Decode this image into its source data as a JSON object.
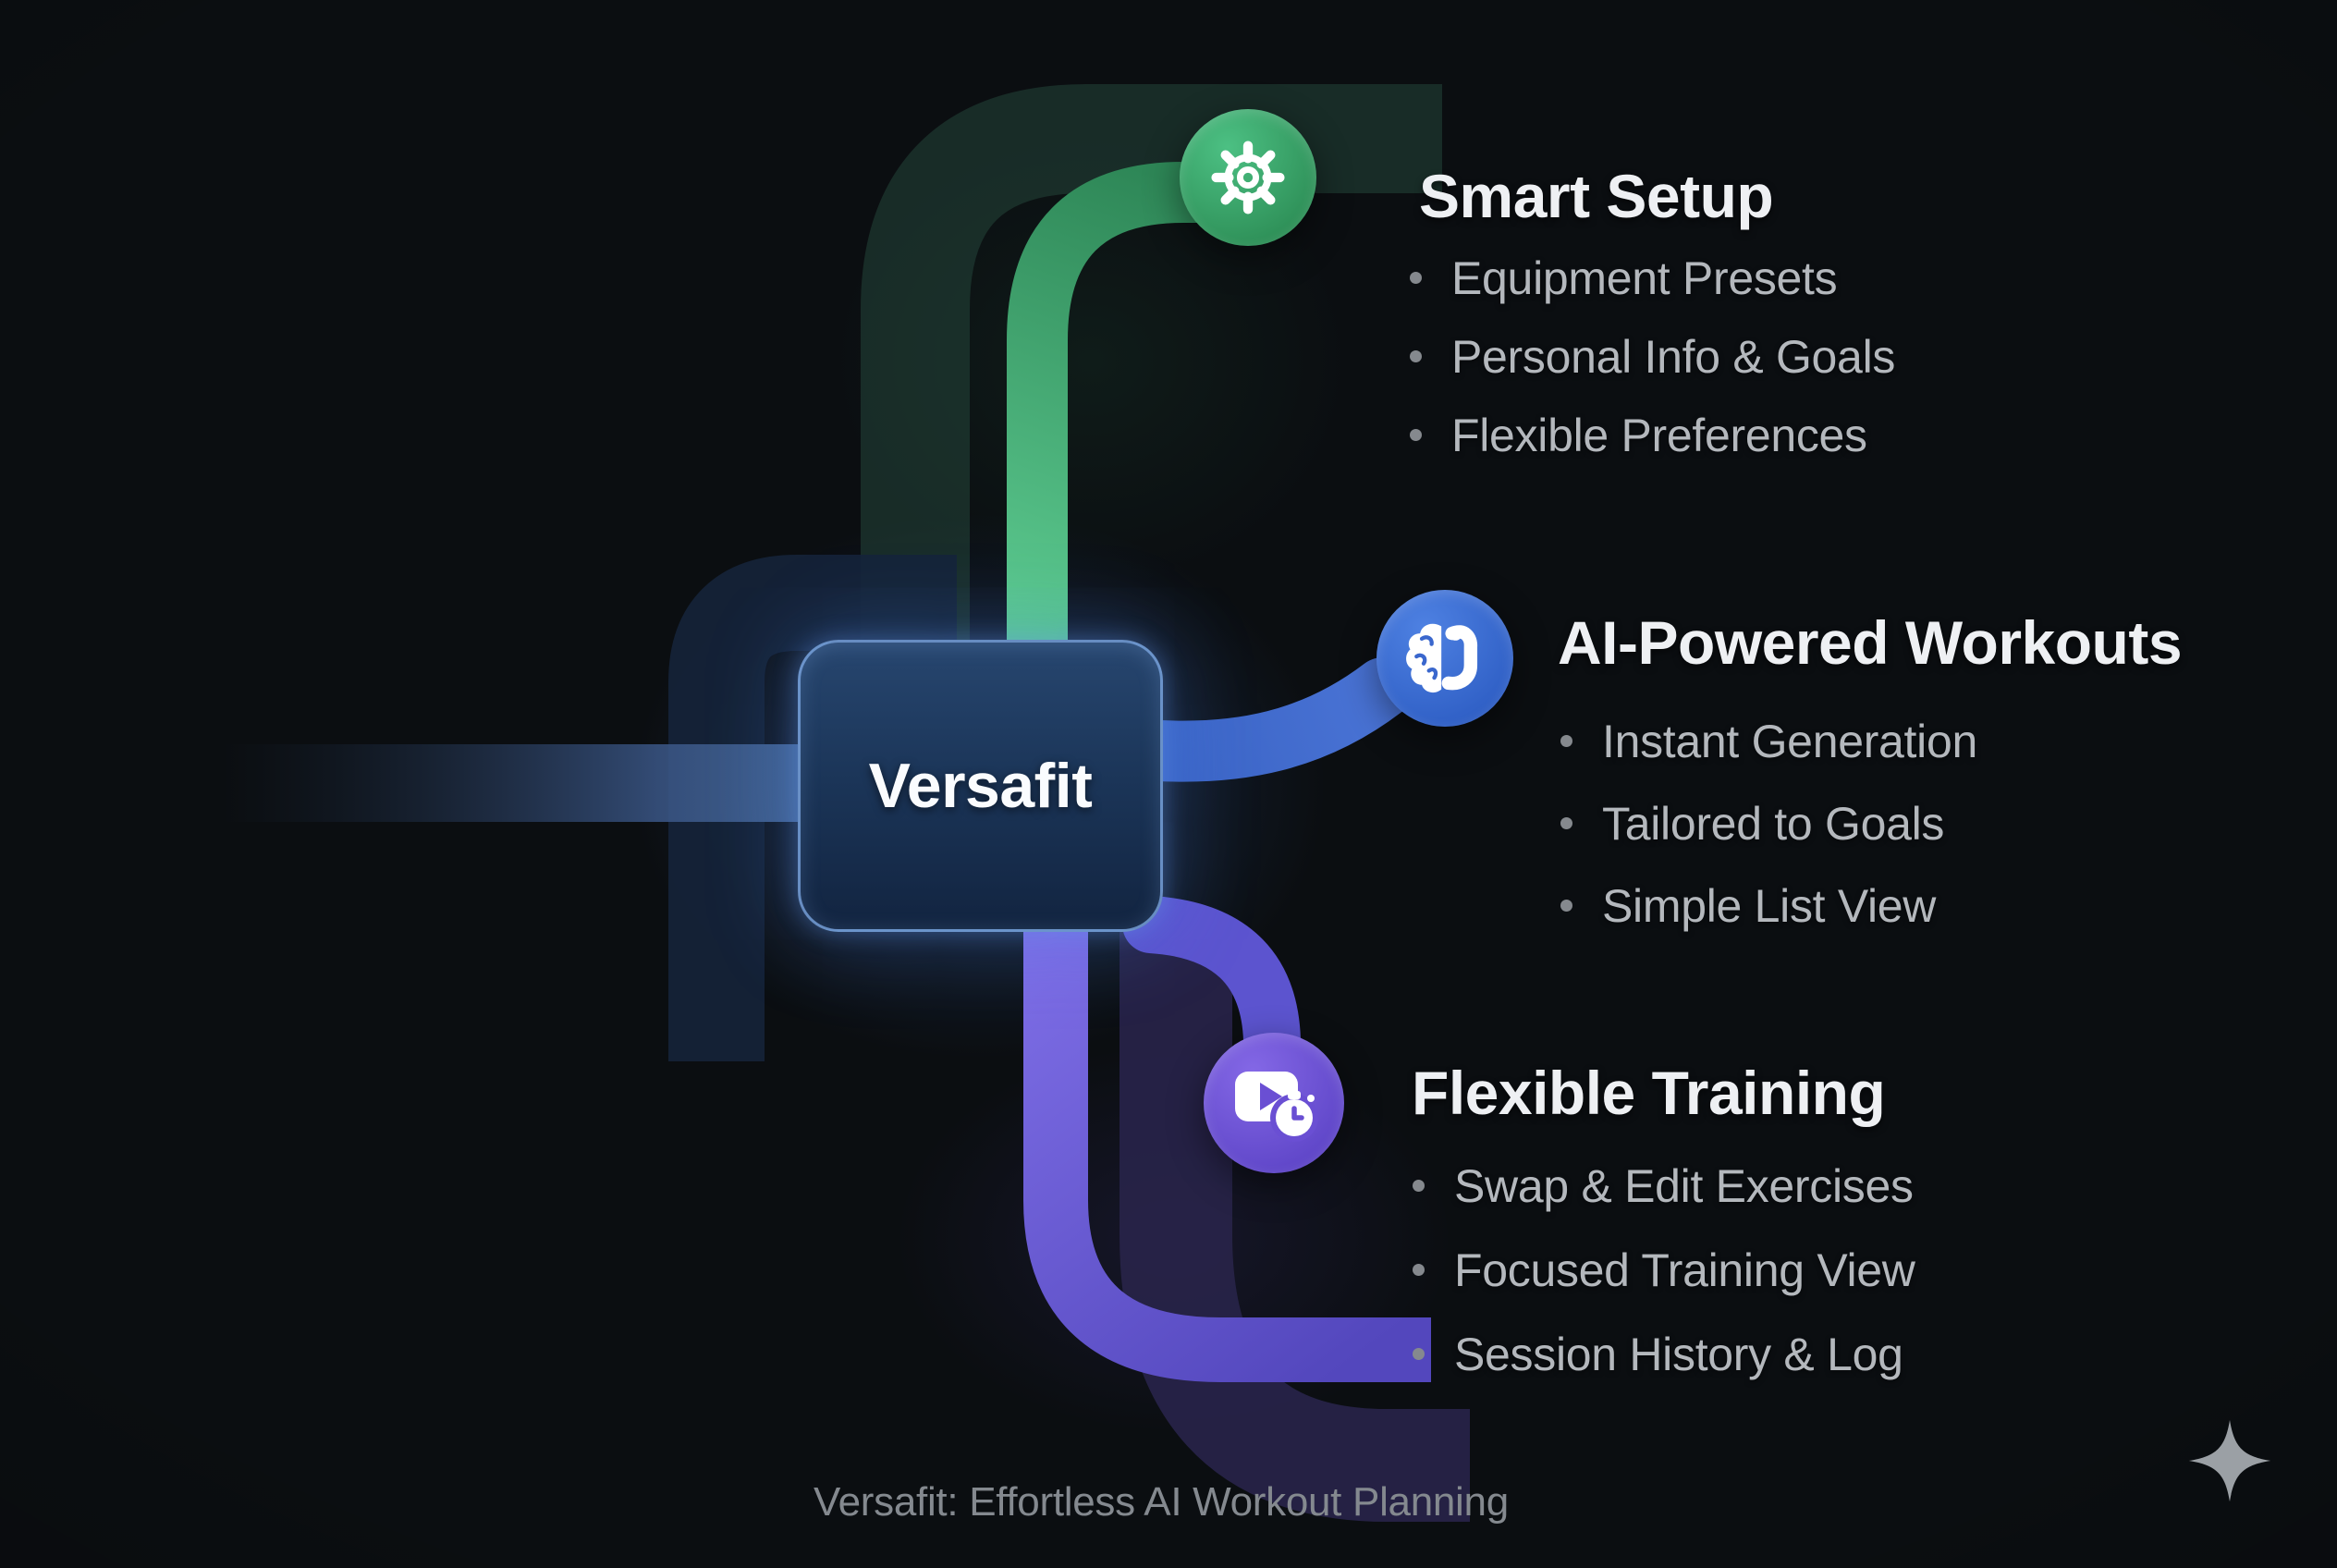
{
  "diagram": {
    "center": {
      "label": "Versafit"
    },
    "branches": [
      {
        "title": "Smart Setup",
        "icon": "gear-icon",
        "accent": "#3aa268",
        "items": [
          "Equipment Presets",
          "Personal Info & Goals",
          "Flexible Preferences"
        ]
      },
      {
        "title": "AI-Powered Workouts",
        "icon": "brain-flex-icon",
        "accent": "#3d68cd",
        "items": [
          "Instant Generation",
          "Tailored to Goals",
          "Simple List View"
        ]
      },
      {
        "title": "Flexible Training",
        "icon": "video-timer-icon",
        "accent": "#6a4fd3",
        "items": [
          "Swap & Edit Exercises",
          "Focused Training View",
          "Session History & Log"
        ]
      }
    ],
    "caption": "Versafit: Effortless AI Workout Planning",
    "colors": {
      "background": "#0b0e11",
      "green_pipe": "#4fbd84",
      "blue_pipe": "#3f68c9",
      "purple_pipe": "#6f60dd",
      "node_border": "#7da8e2",
      "title_text": "#eef0f3",
      "bullet_text": "#b4b8bd",
      "caption_text": "#84898f"
    }
  }
}
